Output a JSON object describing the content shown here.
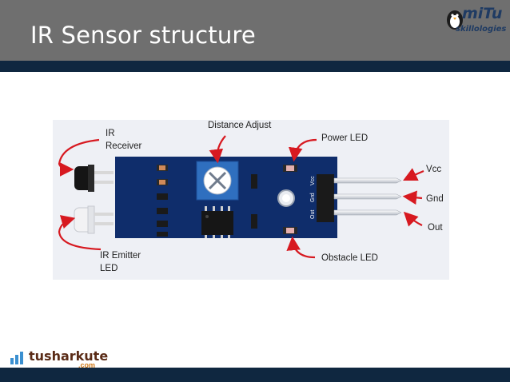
{
  "slide": {
    "title": "IR Sensor structure"
  },
  "logos": {
    "top_right": {
      "name": "miTu",
      "tagline": "skillologies"
    },
    "bottom_left": {
      "name": "tusharkute",
      "suffix": ".com"
    }
  },
  "diagram": {
    "labels": {
      "ir_receiver_line1": "IR",
      "ir_receiver_line2": "Receiver",
      "distance_adjust": "Distance Adjust",
      "power_led": "Power LED",
      "ir_emitter_line1": "IR Emitter",
      "ir_emitter_line2": "LED",
      "obstacle_led": "Obstacle LED",
      "vcc": "Vcc",
      "gnd": "Gnd",
      "out": "Out"
    },
    "pcb_pin_labels": [
      "Vcc",
      "Grd",
      "Out"
    ]
  },
  "colors": {
    "header": "#6f6f6f",
    "header_strip": "#0f2740",
    "pcb": "#0f2d6b",
    "arrow": "#d71920"
  }
}
